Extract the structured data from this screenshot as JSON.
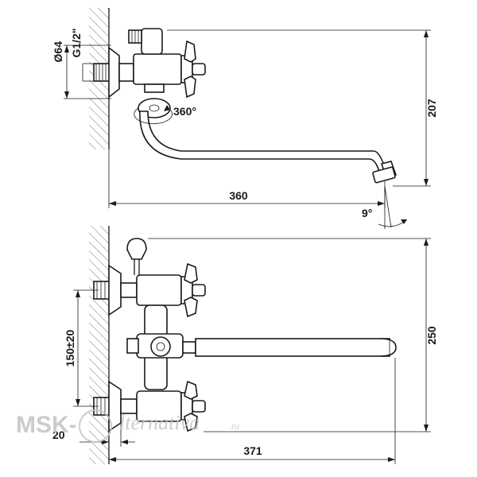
{
  "top_view": {
    "diameter_label": "Ø64",
    "thread_label": "G1/2\"",
    "rotation_label": "360°",
    "height_label": "207",
    "spout_length_label": "360",
    "angle_label": "9°"
  },
  "bottom_view": {
    "spacing_label": "150±20",
    "height_label": "250",
    "offset_label": "20",
    "length_label": "371"
  },
  "watermark": {
    "brand": "MSK-",
    "script": "lternativa",
    "suffix": ".ru"
  }
}
